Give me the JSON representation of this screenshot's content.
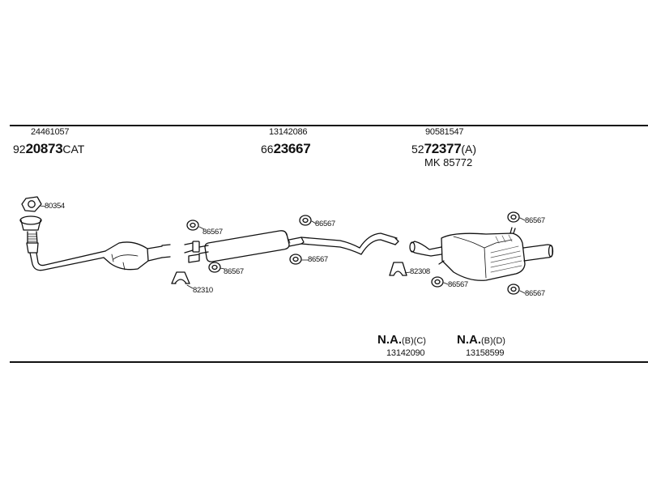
{
  "groups": {
    "front": {
      "part_no": "24461057",
      "ref_prefix": "92",
      "ref_bold": "20873",
      "ref_suffix": "CAT"
    },
    "middle": {
      "part_no": "13142086",
      "ref_prefix": "66",
      "ref_bold": "23667",
      "ref_suffix": ""
    },
    "rear": {
      "part_no": "90581547",
      "ref_prefix": "52",
      "ref_bold": "72377",
      "ref_suffix": "(A)",
      "extra": "MK  85772"
    }
  },
  "hardware": {
    "gasket_front": "80354",
    "clamp_mid_left_top": "86567",
    "clamp_mid_left_bottom": "86567",
    "clamp_small": "82310",
    "clamp_mid_right_top": "86567",
    "clamp_mid_right_bottom": "86567",
    "clamp_rear_clip": "82308",
    "clamp_rear_lower": "86567",
    "clamp_rear_top": "86567",
    "clamp_rear_bottom": "86567"
  },
  "not_available": [
    {
      "label": "N.A.",
      "suffix": "(B)(C)",
      "part_no": "13142090"
    },
    {
      "label": "N.A.",
      "suffix": "(B)(D)",
      "part_no": "13158599"
    }
  ],
  "colors": {
    "ink": "#111111",
    "background": "#ffffff",
    "shade": "#9a9a9a"
  }
}
